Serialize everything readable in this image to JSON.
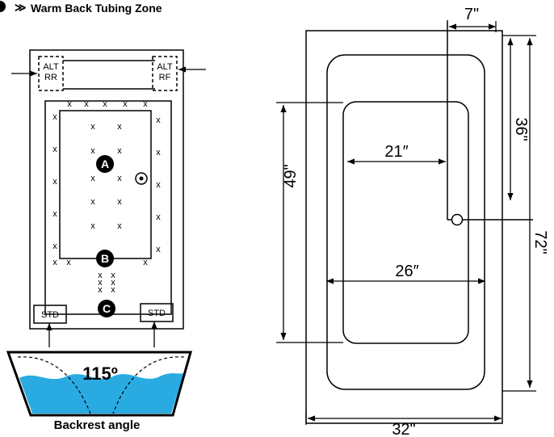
{
  "header": {
    "title": "Warm Back Tubing Zone",
    "chevron_glyph": "≫"
  },
  "zone_diagram": {
    "alt_rr": [
      "ALT",
      "RR"
    ],
    "alt_rf": [
      "ALT",
      "RF"
    ],
    "std_left": "STD",
    "std_right": "STD",
    "jet_zone_labels": [
      "A",
      "B",
      "C"
    ],
    "jet_marker": "x"
  },
  "backrest": {
    "angle": "115º",
    "caption": "Backrest angle",
    "water_color": "#29abe2"
  },
  "tub": {
    "dim_top_offset": "7\"",
    "dim_right_upper": "36\"",
    "dim_total_length": "72\"",
    "dim_inner_length": "49\"",
    "dim_upper_width": "21″",
    "dim_lower_width": "26″",
    "dim_total_width": "32\""
  }
}
